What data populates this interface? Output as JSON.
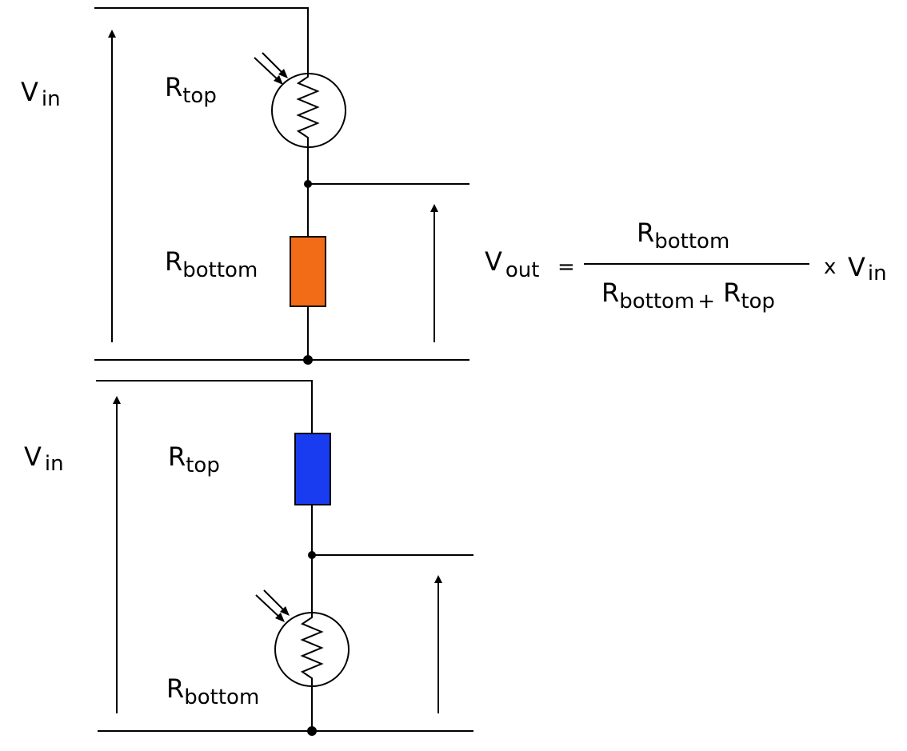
{
  "labels": {
    "v_main": "V",
    "v_in_sub": "in",
    "v_out_sub": "out",
    "r_main": "R",
    "r_top_sub": "top",
    "r_bottom_sub": "bottom",
    "equals": "=",
    "plus": "+",
    "times": "x"
  },
  "colors": {
    "top_circuit_fixed_resistor": "#f26b16",
    "bottom_circuit_fixed_resistor": "#1a3cf0",
    "wire": "#000000",
    "background": "#ffffff"
  },
  "circuits": [
    {
      "top_component": "ldr-icon",
      "bottom_component": "fixed-resistor"
    },
    {
      "top_component": "fixed-resistor",
      "bottom_component": "ldr-icon"
    }
  ]
}
